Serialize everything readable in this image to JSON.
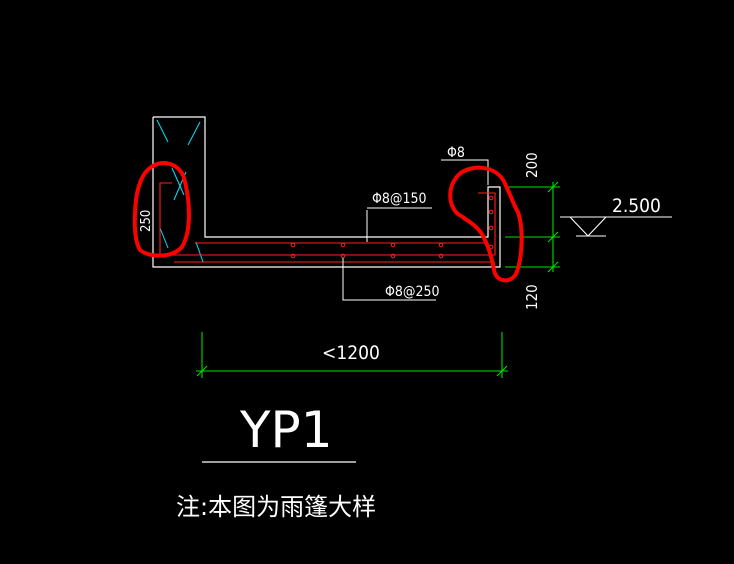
{
  "title": "YP1",
  "note": "注:本图为雨篷大样",
  "labels": {
    "bar_top": "Φ8",
    "bar_mid": "Φ8@150",
    "bar_bottom": "Φ8@250",
    "dim_left": "250",
    "dim_right_top": "200",
    "dim_right_bottom": "120",
    "elevation": "2.500",
    "span": "<1200"
  },
  "colors": {
    "background": "#000000",
    "outline": "#ffffff",
    "rebar": "#ff2020",
    "hatch": "#00e5ff",
    "dimension": "#00e000",
    "markup": "#ff0000"
  }
}
